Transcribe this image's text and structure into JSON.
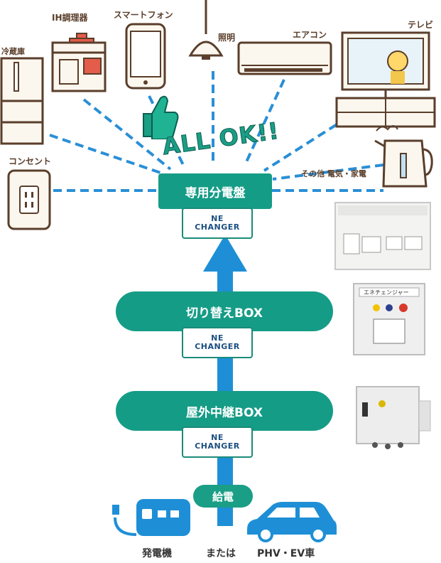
{
  "appliances": {
    "fridge": "冷蔵庫",
    "ih": "IH調理器",
    "phone": "スマートフォン",
    "light": "照明",
    "aircon": "エアコン",
    "tv": "テレビ",
    "outlet": "コンセント",
    "other": "その他 電気・家電"
  },
  "allok": "ALL OK!!",
  "panel": {
    "title": "専用分電盤"
  },
  "switch_box": {
    "title": "切り替えBOX"
  },
  "relay_box": {
    "title": "屋外中継BOX"
  },
  "badge": {
    "line1": "NE",
    "line2": "CHANGER"
  },
  "supply": "給電",
  "switch_photo_label": "エネチェンジャー",
  "bottom": {
    "generator": "発電機",
    "or": "または",
    "vehicle": "PHV・EV車"
  },
  "colors": {
    "teal": "#159c86",
    "blue": "#1e8fd6",
    "dash": "#2a8fd6",
    "brown": "#5a3e2b"
  }
}
